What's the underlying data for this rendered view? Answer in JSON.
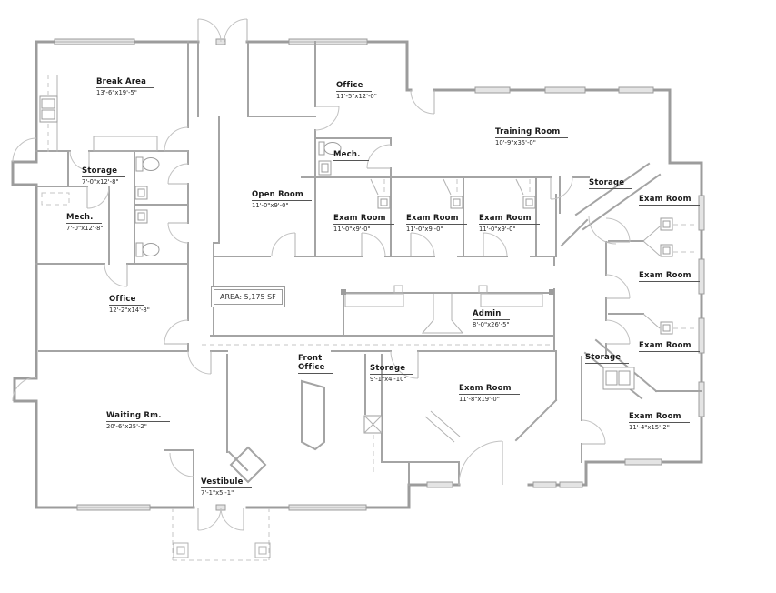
{
  "area_box": {
    "label": "AREA: 5,175 SF"
  },
  "rooms": [
    {
      "name": "Break Area",
      "dims": "13'-6\"x19'-5\""
    },
    {
      "name": "Storage",
      "dims": "7'-0\"x12'-8\""
    },
    {
      "name": "Mech.",
      "dims": "7'-0\"x12'-8\""
    },
    {
      "name": "Office",
      "dims": "12'-2\"x14'-8\""
    },
    {
      "name": "Open Room",
      "dims": "11'-0\"x9'-0\""
    },
    {
      "name": "Office",
      "dims": "11'-5\"x12'-0\""
    },
    {
      "name": "Mech.",
      "dims": ""
    },
    {
      "name": "Training Room",
      "dims": "10'-9\"x35'-0\""
    },
    {
      "name": "Storage",
      "dims": ""
    },
    {
      "name": "Exam Room",
      "dims": "11'-0\"x9'-0\""
    },
    {
      "name": "Exam Room",
      "dims": "11'-0\"x9'-0\""
    },
    {
      "name": "Exam Room",
      "dims": "11'-0\"x9'-0\""
    },
    {
      "name": "Exam Room",
      "dims": ""
    },
    {
      "name": "Exam Room",
      "dims": ""
    },
    {
      "name": "Exam Room",
      "dims": ""
    },
    {
      "name": "Storage",
      "dims": ""
    },
    {
      "name": "Admin",
      "dims": "8'-0\"x26'-5\""
    },
    {
      "name_line1": "Front",
      "name_line2": "Office",
      "dims": ""
    },
    {
      "name": "Storage",
      "dims": "9'-1\"x4'-10\""
    },
    {
      "name": "Exam Room",
      "dims": "11'-8\"x19'-0\""
    },
    {
      "name": "Exam Room",
      "dims": "11'-4\"x15'-2\""
    },
    {
      "name": "Waiting Rm.",
      "dims": "20'-6\"x25'-2\""
    },
    {
      "name": "Vestibule",
      "dims": "7'-1\"x5'-1\""
    }
  ],
  "fixtures": [
    "toilet-icon",
    "sink-icon",
    "double-sink-icon",
    "kitchen-sink-icon",
    "floor-sink-icon",
    "reception-desk",
    "porch-column"
  ],
  "colors": {
    "wall": "#9c9c9c",
    "text": "#1a1a1a",
    "window_fill": "#e4e4e4",
    "background": "#ffffff"
  }
}
